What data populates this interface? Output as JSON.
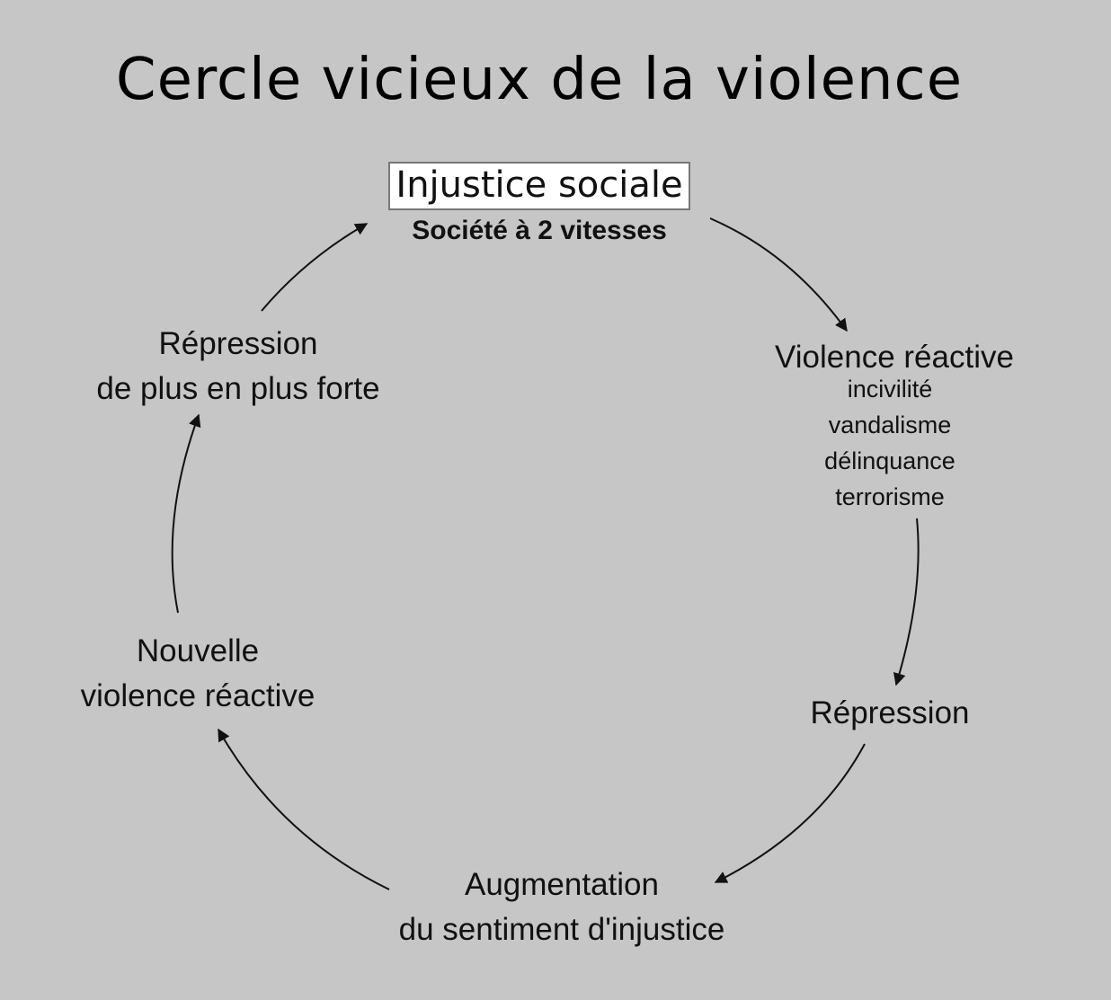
{
  "title": "Cercle vicieux de la violence",
  "nodes": {
    "injustice": {
      "label": "Injustice sociale",
      "sub": "Société à 2 vitesses"
    },
    "violence": {
      "label": "Violence réactive",
      "items": [
        "incivilité",
        "vandalisme",
        "délinquance",
        "terrorisme"
      ]
    },
    "repression": {
      "label": "Répression"
    },
    "augmentation": {
      "line1": "Augmentation",
      "line2": "du sentiment d'injustice"
    },
    "nouvelle": {
      "line1": "Nouvelle",
      "line2": "violence réactive"
    },
    "repression_forte": {
      "line1": "Répression",
      "line2": "de plus en plus forte"
    }
  }
}
